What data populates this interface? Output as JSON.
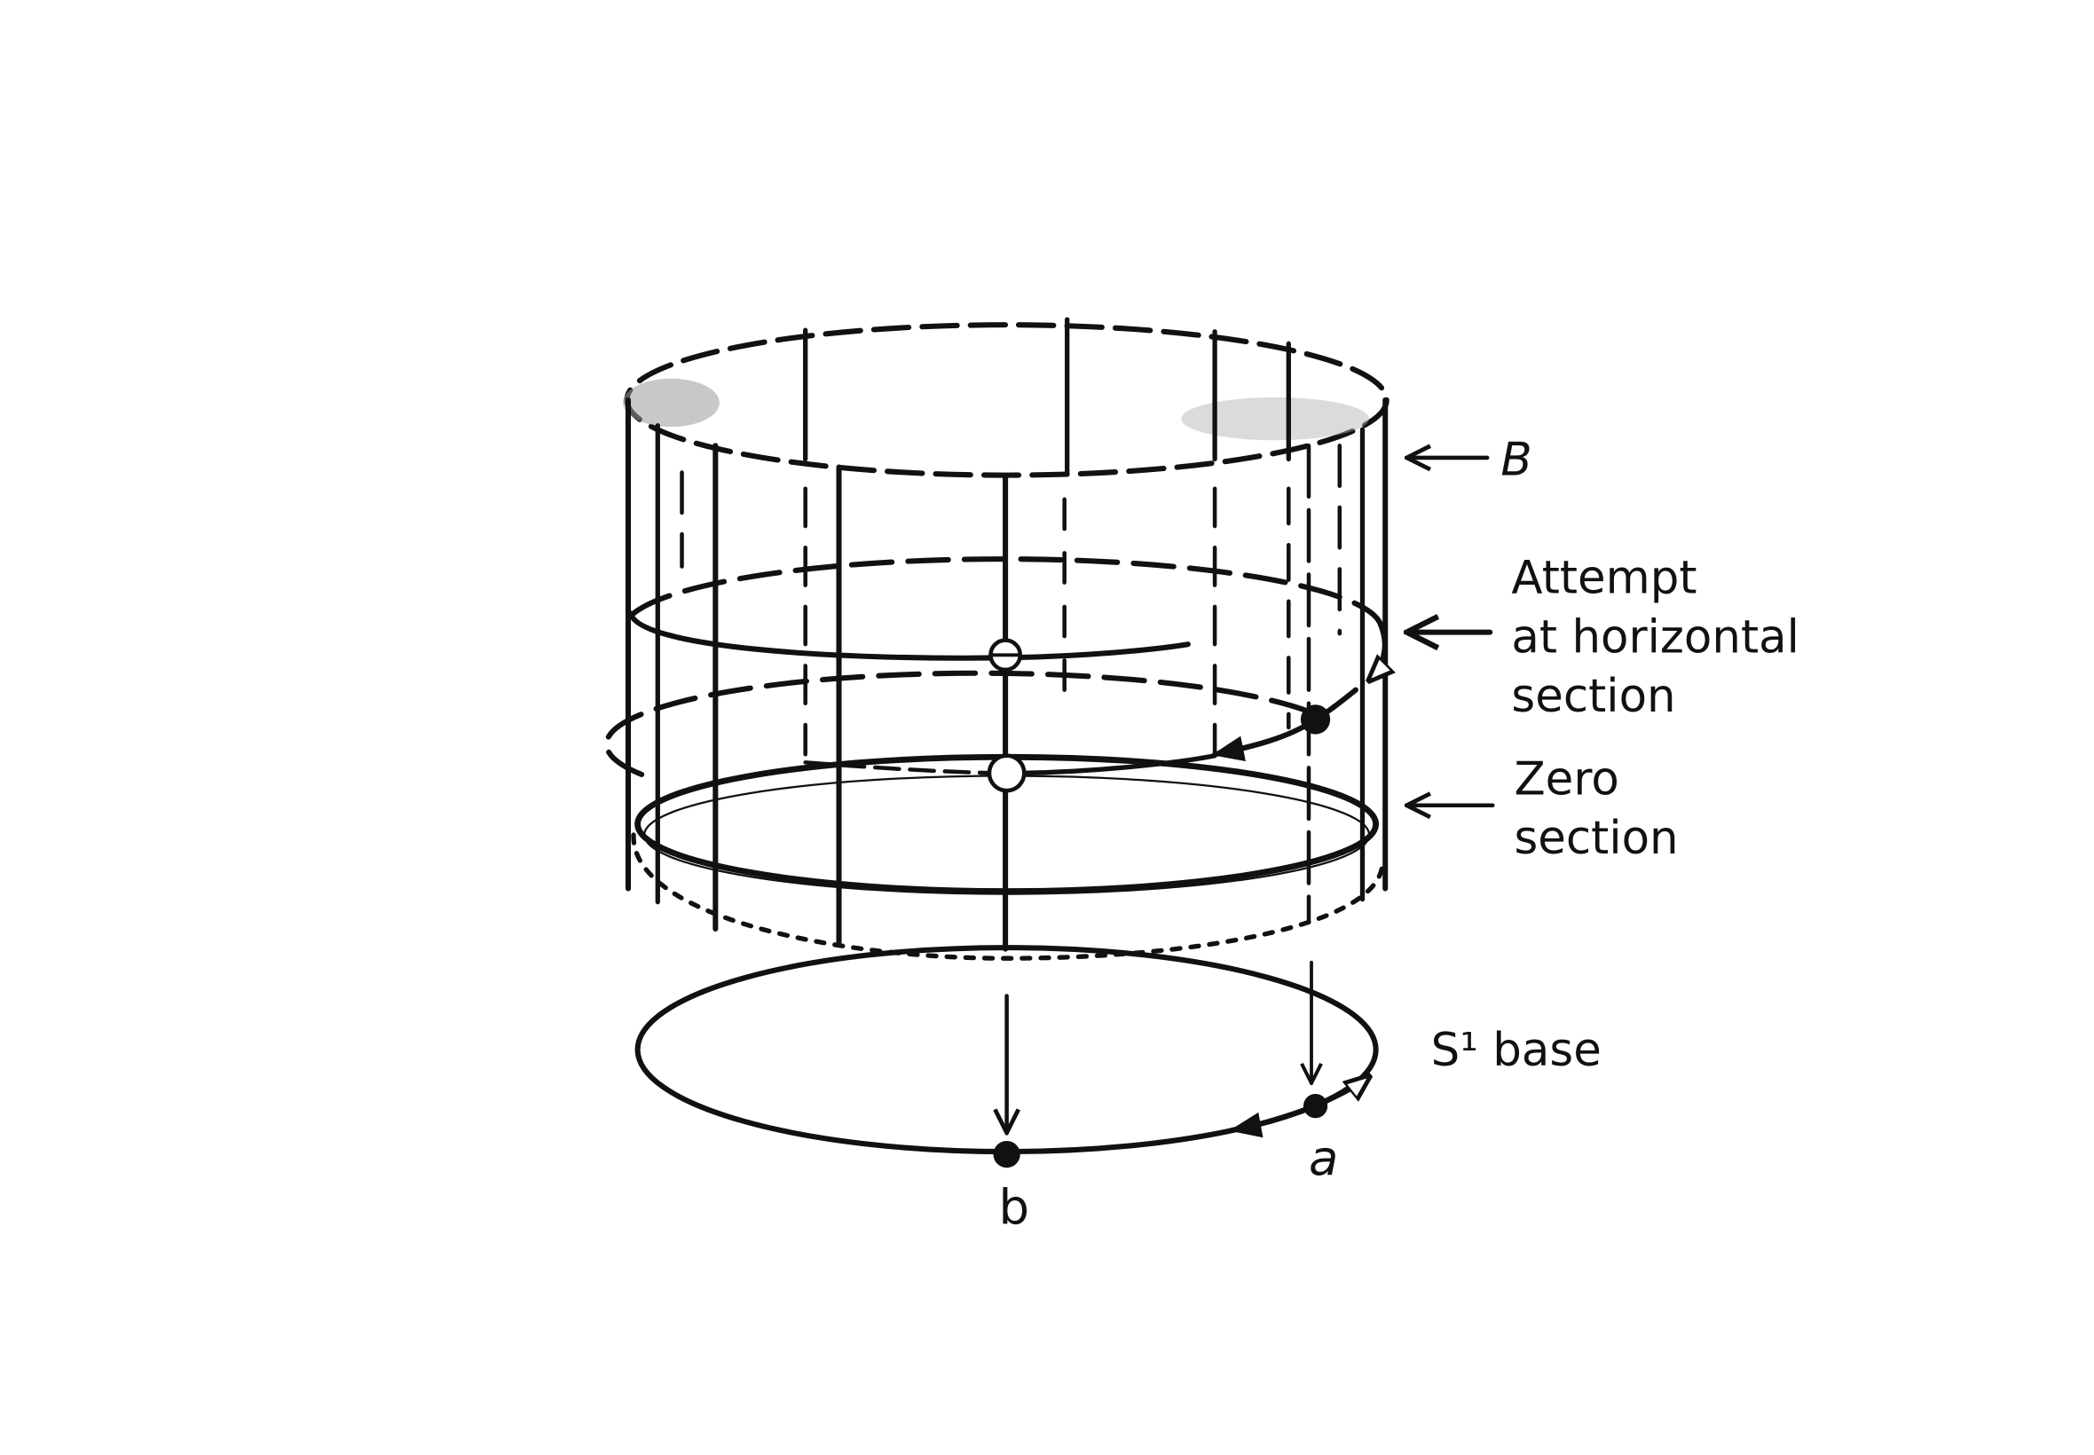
{
  "labels": {
    "b_upper": "B",
    "attempt_line1": "Attempt",
    "attempt_line2": "at horizontal",
    "attempt_line3": "section",
    "zero_line1": "Zero",
    "zero_line2": "section",
    "base_label": "S¹ base",
    "point_a": "a",
    "point_b": "b"
  },
  "colors": {
    "ink": "#111111",
    "background": "#ffffff"
  }
}
